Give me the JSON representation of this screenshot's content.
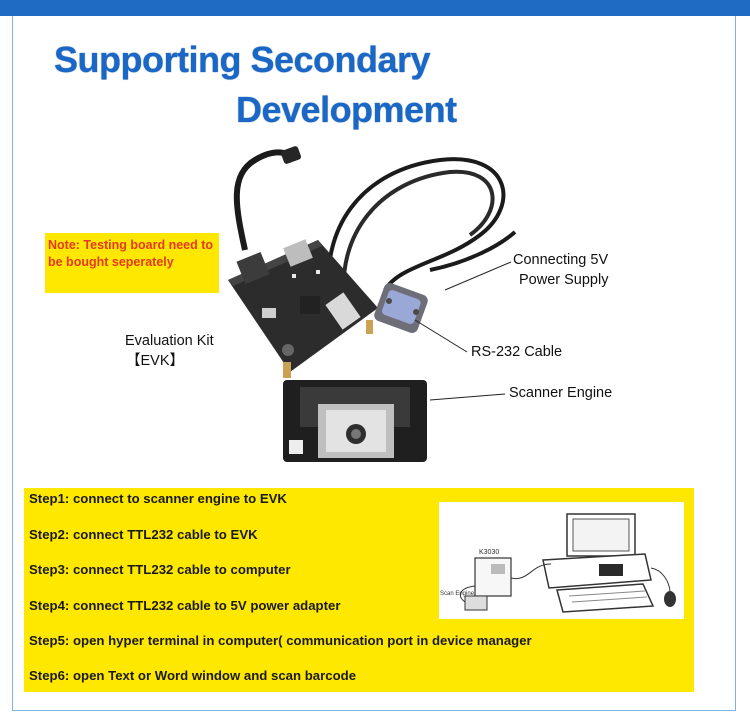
{
  "title": {
    "line1": "Supporting Secondary",
    "line2": "Development"
  },
  "note": "Note: Testing board need to be bought seperately",
  "labels": {
    "power_line1": "Connecting 5V",
    "power_line2": "Power Supply",
    "evk_line1": "Evaluation Kit",
    "evk_line2": "【EVK】",
    "rs232": "RS-232 Cable",
    "scanner": "Scanner Engine"
  },
  "steps": [
    "Step1: connect to scanner engine to EVK",
    "Step2: connect TTL232 cable to EVK",
    "Step3: connect TTL232 cable to computer",
    "Step4: connect TTL232 cable to 5V power adapter",
    "Step5: open hyper terminal in computer( communication port in device manager",
    "Step6: open Text or Word window and scan barcode"
  ],
  "diagram": {
    "module_label": "K3030",
    "engine_label": "Scan Engine"
  },
  "colors": {
    "title_blue": "#1b67c6",
    "highlight_yellow": "#ffe800",
    "note_red": "#e43a22",
    "top_bar": "#1f6ac2"
  }
}
